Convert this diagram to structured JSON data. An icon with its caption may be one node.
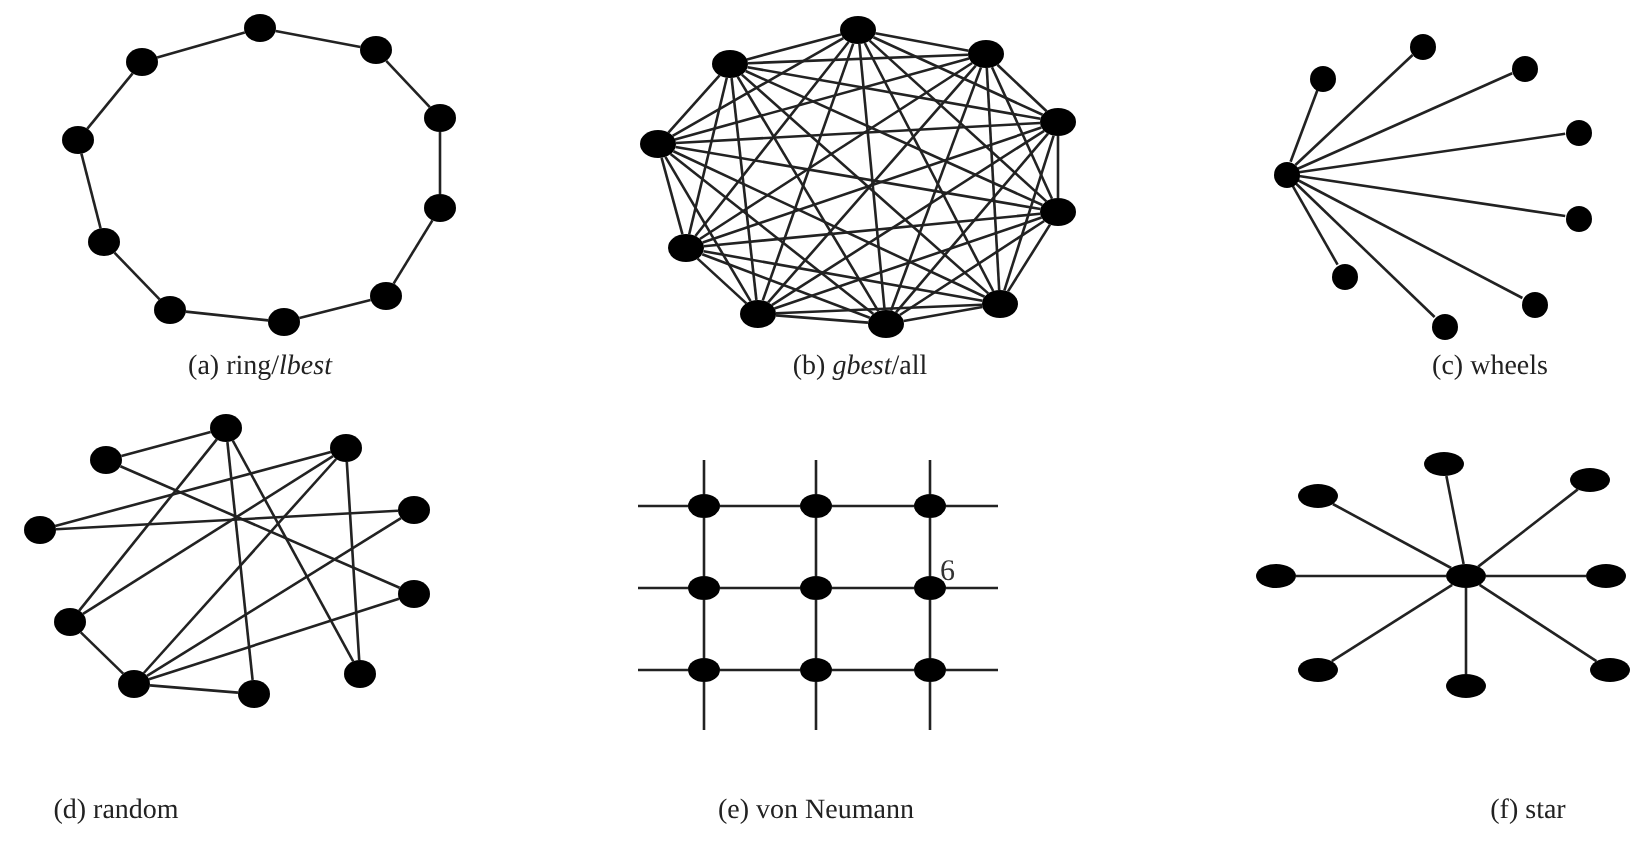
{
  "diagram": {
    "nodes": [
      {
        "text": [],
        "shape": "circle"
      },
      {
        "text": [],
        "shape": "circle"
      },
      {
        "text": [],
        "shape": "circle"
      },
      {
        "text": [],
        "shape": "circle"
      },
      {
        "text": [],
        "shape": "circle"
      },
      {
        "text": [],
        "shape": "circle"
      },
      {
        "text": [],
        "shape": "circle"
      },
      {
        "text": [],
        "shape": "circle"
      },
      {
        "text": [],
        "shape": "circle"
      },
      {
        "text": [],
        "shape": "circle"
      },
      {
        "text": [],
        "shape": "circle"
      },
      {
        "text": [],
        "shape": "circle"
      },
      {
        "text": [],
        "shape": "circle"
      },
      {
        "text": [],
        "shape": "circle"
      },
      {
        "text": [],
        "shape": "circle"
      },
      {
        "text": [],
        "shape": "circle"
      },
      {
        "text": [],
        "shape": "circle"
      },
      {
        "text": [],
        "shape": "circle"
      },
      {
        "text": [],
        "shape": "circle"
      },
      {
        "text": [],
        "shape": "circle"
      },
      {
        "text": [],
        "shape": "circle"
      },
      {
        "text": [],
        "shape": "circle"
      },
      {
        "text": [],
        "shape": "circle"
      },
      {
        "text": [],
        "shape": "circle"
      },
      {
        "text": [],
        "shape": "circle"
      },
      {
        "text": [],
        "shape": "circle"
      },
      {
        "text": [],
        "shape": "circle"
      },
      {
        "text": [],
        "shape": "circle"
      },
      {
        "text": [],
        "shape": "circle"
      },
      {
        "text": [],
        "shape": "circle"
      },
      {
        "text": [],
        "shape": "circle"
      },
      {
        "text": [],
        "shape": "circle"
      },
      {
        "text": [],
        "shape": "circle"
      },
      {
        "text": [],
        "shape": "circle"
      },
      {
        "text": [],
        "shape": "circle"
      },
      {
        "text": [],
        "shape": "circle"
      },
      {
        "text": [],
        "shape": "circle"
      },
      {
        "text": [],
        "shape": "circle"
      },
      {
        "text": [],
        "shape": "circle"
      },
      {
        "text": [],
        "shape": "circle"
      },
      {
        "text": [],
        "shape": "circle"
      },
      {
        "text": [],
        "shape": "circle"
      },
      {
        "text": [],
        "shape": "circle"
      },
      {
        "text": [],
        "shape": "circle"
      },
      {
        "text": [],
        "shape": "circle",
        "beside": [
          "6"
        ]
      },
      {
        "text": [],
        "shape": "circle"
      },
      {
        "text": [],
        "shape": "circle"
      },
      {
        "text": [],
        "shape": "circle"
      },
      {
        "text": [],
        "shape": "circle"
      },
      {
        "text": [],
        "shape": "circle"
      },
      {
        "text": [],
        "shape": "circle"
      },
      {
        "text": [],
        "shape": "circle"
      },
      {
        "text": [],
        "shape": "circle"
      },
      {
        "text": [],
        "shape": "circle"
      },
      {
        "text": [],
        "shape": "circle"
      },
      {
        "text": [],
        "shape": "circle"
      },
      {
        "text": [],
        "shape": "circle"
      }
    ],
    "edges": [
      {
        "from": 0,
        "to": 1,
        "arrow": "none"
      },
      {
        "from": 1,
        "to": 3,
        "arrow": "none"
      },
      {
        "from": 3,
        "to": 5,
        "arrow": "none"
      },
      {
        "from": 5,
        "to": 7,
        "arrow": "none"
      },
      {
        "from": 7,
        "to": 9,
        "arrow": "none"
      },
      {
        "from": 9,
        "to": 8,
        "arrow": "none"
      },
      {
        "from": 8,
        "to": 6,
        "arrow": "none"
      },
      {
        "from": 6,
        "to": 4,
        "arrow": "none"
      },
      {
        "from": 4,
        "to": 2,
        "arrow": "none"
      },
      {
        "from": 2,
        "to": 0,
        "arrow": "none"
      },
      {
        "from": 10,
        "to": 11,
        "arrow": "none"
      },
      {
        "from": 10,
        "to": 12,
        "arrow": "none"
      },
      {
        "from": 10,
        "to": 13,
        "arrow": "none"
      },
      {
        "from": 10,
        "to": 14,
        "arrow": "none"
      },
      {
        "from": 10,
        "to": 15,
        "arrow": "none"
      },
      {
        "from": 10,
        "to": 16,
        "arrow": "none"
      },
      {
        "from": 10,
        "to": 17,
        "arrow": "none"
      },
      {
        "from": 10,
        "to": 18,
        "arrow": "none"
      },
      {
        "from": 10,
        "to": 19,
        "arrow": "none"
      },
      {
        "from": 11,
        "to": 12,
        "arrow": "none"
      },
      {
        "from": 11,
        "to": 13,
        "arrow": "none"
      },
      {
        "from": 11,
        "to": 14,
        "arrow": "none"
      },
      {
        "from": 11,
        "to": 15,
        "arrow": "none"
      },
      {
        "from": 11,
        "to": 16,
        "arrow": "none"
      },
      {
        "from": 11,
        "to": 17,
        "arrow": "none"
      },
      {
        "from": 11,
        "to": 18,
        "arrow": "none"
      },
      {
        "from": 11,
        "to": 19,
        "arrow": "none"
      },
      {
        "from": 12,
        "to": 13,
        "arrow": "none"
      },
      {
        "from": 12,
        "to": 14,
        "arrow": "none"
      },
      {
        "from": 12,
        "to": 15,
        "arrow": "none"
      },
      {
        "from": 12,
        "to": 16,
        "arrow": "none"
      },
      {
        "from": 12,
        "to": 17,
        "arrow": "none"
      },
      {
        "from": 12,
        "to": 18,
        "arrow": "none"
      },
      {
        "from": 12,
        "to": 19,
        "arrow": "none"
      },
      {
        "from": 13,
        "to": 14,
        "arrow": "none"
      },
      {
        "from": 13,
        "to": 15,
        "arrow": "none"
      },
      {
        "from": 13,
        "to": 16,
        "arrow": "none"
      },
      {
        "from": 13,
        "to": 17,
        "arrow": "none"
      },
      {
        "from": 13,
        "to": 18,
        "arrow": "none"
      },
      {
        "from": 13,
        "to": 19,
        "arrow": "none"
      },
      {
        "from": 14,
        "to": 15,
        "arrow": "none"
      },
      {
        "from": 14,
        "to": 16,
        "arrow": "none"
      },
      {
        "from": 14,
        "to": 17,
        "arrow": "none"
      },
      {
        "from": 14,
        "to": 18,
        "arrow": "none"
      },
      {
        "from": 14,
        "to": 19,
        "arrow": "none"
      },
      {
        "from": 15,
        "to": 16,
        "arrow": "none"
      },
      {
        "from": 15,
        "to": 17,
        "arrow": "none"
      },
      {
        "from": 15,
        "to": 18,
        "arrow": "none"
      },
      {
        "from": 15,
        "to": 19,
        "arrow": "none"
      },
      {
        "from": 16,
        "to": 17,
        "arrow": "none"
      },
      {
        "from": 16,
        "to": 18,
        "arrow": "none"
      },
      {
        "from": 16,
        "to": 19,
        "arrow": "none"
      },
      {
        "from": 17,
        "to": 18,
        "arrow": "none"
      },
      {
        "from": 17,
        "to": 19,
        "arrow": "none"
      },
      {
        "from": 18,
        "to": 19,
        "arrow": "none"
      },
      {
        "from": 24,
        "to": 20,
        "arrow": "none"
      },
      {
        "from": 24,
        "to": 21,
        "arrow": "none"
      },
      {
        "from": 24,
        "to": 22,
        "arrow": "none"
      },
      {
        "from": 24,
        "to": 23,
        "arrow": "none"
      },
      {
        "from": 24,
        "to": 25,
        "arrow": "none"
      },
      {
        "from": 24,
        "to": 26,
        "arrow": "none"
      },
      {
        "from": 24,
        "to": 27,
        "arrow": "none"
      },
      {
        "from": 24,
        "to": 28,
        "arrow": "none"
      },
      {
        "from": 29,
        "to": 31,
        "arrow": "none"
      },
      {
        "from": 29,
        "to": 35,
        "arrow": "none"
      },
      {
        "from": 29,
        "to": 38,
        "arrow": "none"
      },
      {
        "from": 29,
        "to": 36,
        "arrow": "none"
      },
      {
        "from": 31,
        "to": 34,
        "arrow": "none"
      },
      {
        "from": 30,
        "to": 33,
        "arrow": "none"
      },
      {
        "from": 30,
        "to": 35,
        "arrow": "none"
      },
      {
        "from": 30,
        "to": 37,
        "arrow": "none"
      },
      {
        "from": 30,
        "to": 36,
        "arrow": "none"
      },
      {
        "from": 33,
        "to": 32,
        "arrow": "none"
      },
      {
        "from": 37,
        "to": 32,
        "arrow": "none"
      },
      {
        "from": 37,
        "to": 34,
        "arrow": "none"
      },
      {
        "from": 35,
        "to": 37,
        "arrow": "none"
      },
      {
        "from": 37,
        "to": 38,
        "arrow": "none"
      },
      {
        "from": 39,
        "to": 40,
        "arrow": "none"
      },
      {
        "from": 40,
        "to": 41,
        "arrow": "none"
      },
      {
        "from": 42,
        "to": 43,
        "arrow": "none"
      },
      {
        "from": 43,
        "to": 44,
        "arrow": "none"
      },
      {
        "from": 45,
        "to": 46,
        "arrow": "none"
      },
      {
        "from": 46,
        "to": 47,
        "arrow": "none"
      },
      {
        "from": 39,
        "to": 42,
        "arrow": "none"
      },
      {
        "from": 42,
        "to": 45,
        "arrow": "none"
      },
      {
        "from": 40,
        "to": 43,
        "arrow": "none"
      },
      {
        "from": 43,
        "to": 46,
        "arrow": "none"
      },
      {
        "from": 41,
        "to": 44,
        "arrow": "none"
      },
      {
        "from": 44,
        "to": 47,
        "arrow": "none"
      },
      {
        "from": 39,
        "to": null,
        "arrow": "none"
      },
      {
        "from": 42,
        "to": null,
        "arrow": "none"
      },
      {
        "from": 45,
        "to": null,
        "arrow": "none"
      },
      {
        "from": 41,
        "to": null,
        "arrow": "none"
      },
      {
        "from": 44,
        "to": null,
        "arrow": "none"
      },
      {
        "from": 47,
        "to": null,
        "arrow": "none"
      },
      {
        "from": 39,
        "to": null,
        "arrow": "none"
      },
      {
        "from": 40,
        "to": null,
        "arrow": "none"
      },
      {
        "from": 41,
        "to": null,
        "arrow": "none"
      },
      {
        "from": 45,
        "to": null,
        "arrow": "none"
      },
      {
        "from": 46,
        "to": null,
        "arrow": "none"
      },
      {
        "from": 47,
        "to": null,
        "arrow": "none"
      },
      {
        "from": 52,
        "to": 48,
        "arrow": "none"
      },
      {
        "from": 52,
        "to": 49,
        "arrow": "none"
      },
      {
        "from": 52,
        "to": 50,
        "arrow": "none"
      },
      {
        "from": 52,
        "to": 51,
        "arrow": "none"
      },
      {
        "from": 52,
        "to": 53,
        "arrow": "none"
      },
      {
        "from": 52,
        "to": 54,
        "arrow": "none"
      },
      {
        "from": 52,
        "to": 55,
        "arrow": "none"
      },
      {
        "from": 52,
        "to": 56,
        "arrow": "none"
      }
    ],
    "labels": [
      "(a) ring/*lbest*",
      "(b) *gbest*/all",
      "(c) wheels",
      "(d) random",
      "(e) von Neumann",
      "(f) star"
    ]
  }
}
